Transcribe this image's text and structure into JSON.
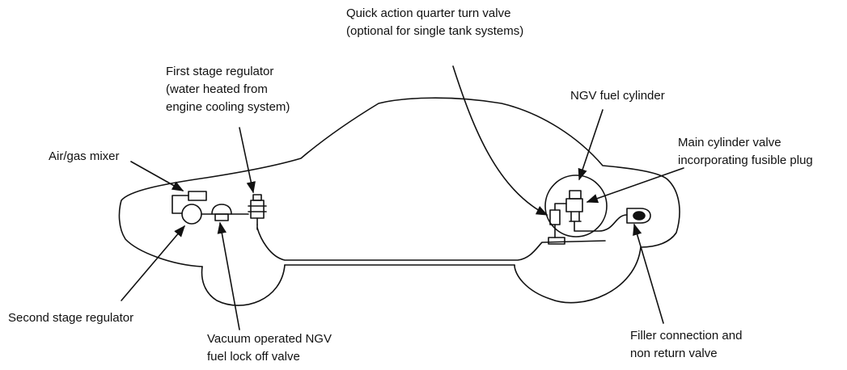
{
  "labels": {
    "quick_action_valve": {
      "line1": "Quick action quarter turn valve",
      "line2": "(optional for single tank systems)"
    },
    "first_stage_regulator": {
      "line1": "First stage regulator",
      "line2": "(water heated from",
      "line3": "engine cooling system)"
    },
    "ngv_fuel_cylinder": {
      "line1": "NGV fuel cylinder"
    },
    "main_cylinder_valve": {
      "line1": "Main cylinder valve",
      "line2": "incorporating fusible plug"
    },
    "air_gas_mixer": {
      "line1": "Air/gas mixer"
    },
    "second_stage_regulator": {
      "line1": "Second stage regulator"
    },
    "vacuum_lock_off_valve": {
      "line1": "Vacuum operated NGV",
      "line2": "fuel lock off valve"
    },
    "filler_connection": {
      "line1": "Filler connection and",
      "line2": "non return valve"
    }
  }
}
